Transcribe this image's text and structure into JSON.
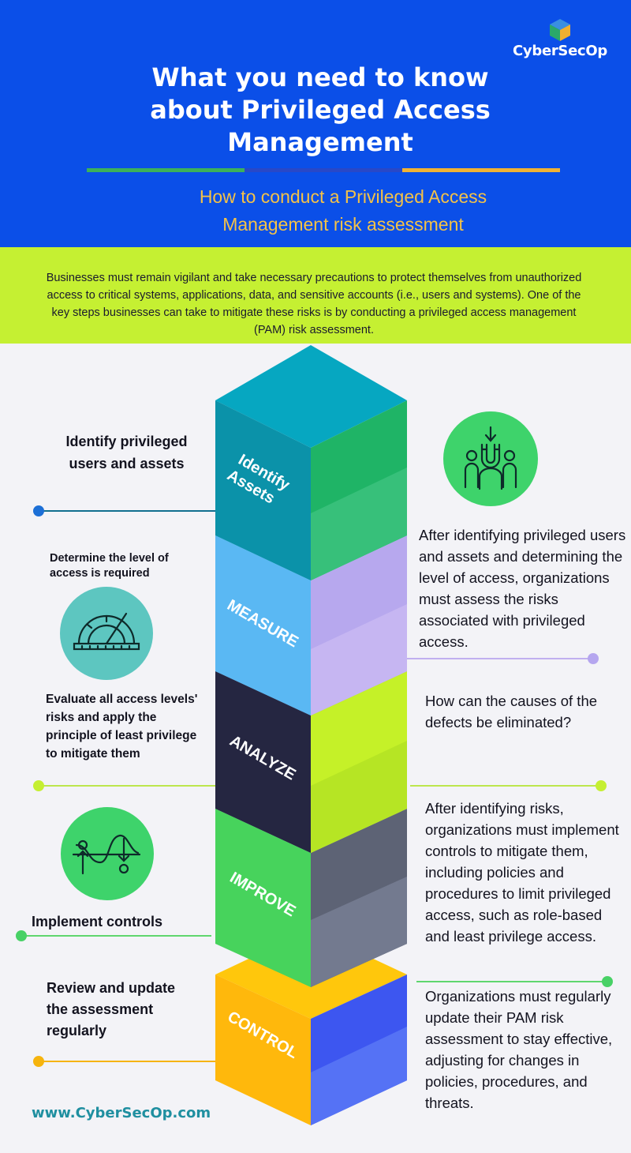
{
  "brand": {
    "name": "CyberSecOp",
    "logo_icon": "cube-logo-icon"
  },
  "header": {
    "title_lines": [
      "What you need to know",
      "about Privileged Access",
      "Management"
    ],
    "subtitle_lines": [
      "How to conduct a Privileged Access",
      "Management risk assessment"
    ],
    "divider_colors": [
      "#3db15a",
      "#2848c8",
      "#f1b234"
    ]
  },
  "intro": {
    "text": "Businesses must remain vigilant and take necessary precautions to protect themselves from unauthorized access to critical systems, applications, data, and sensitive accounts (i.e., users and systems). One of the key steps businesses can take to mitigate these risks is by conducting a privileged access management (PAM) risk assessment."
  },
  "steps": [
    {
      "cube_label": "Identify Assets",
      "cube_label_lines": [
        "Identify",
        "Assets"
      ],
      "left_label": "Identify privileged users and assets",
      "right_text": "",
      "icon": "magnet-users-icon"
    },
    {
      "cube_label": "MEASURE",
      "left_label": "Determine the level of access is required",
      "right_text": "After identifying privileged users and assets and determining the level of access, organizations must assess the risks associated with privileged access.",
      "icon": "protractor-icon"
    },
    {
      "cube_label": "ANALYZE",
      "left_label": "Evaluate all access levels' risks and apply the principle of least privilege to mitigate them",
      "right_text": "How can the causes of the defects be eliminated?",
      "icon": ""
    },
    {
      "cube_label": "IMPROVE",
      "left_label": "Implement controls",
      "right_text": "After identifying risks, organizations must implement controls to mitigate them, including policies and procedures to limit privileged access, such as role-based and least privilege access.",
      "icon": "improve-graph-icon"
    },
    {
      "cube_label": "CONTROL",
      "left_label": "Review and update the assessment regularly",
      "right_text": "Organizations must regularly update their PAM risk assessment to stay effective, adjusting for changes in policies, procedures, and threats.",
      "icon": ""
    }
  ],
  "colors": {
    "header_bg": "#0b4fe8",
    "intro_bg": "#c5f032",
    "subtitle": "#f4c247",
    "footer_link": "#1f8fa0"
  },
  "footer": {
    "url": "www.CyberSecOp.com"
  }
}
